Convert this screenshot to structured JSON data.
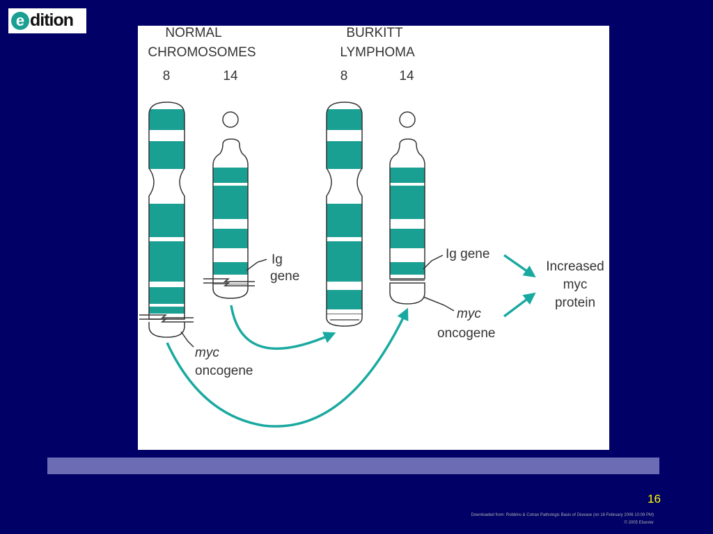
{
  "logo": {
    "mark": "e",
    "text": "dition"
  },
  "figure": {
    "normal_heading": [
      "NORMAL",
      "CHROMOSOMES"
    ],
    "burkitt_heading": [
      "BURKITT",
      "LYMPHOMA"
    ],
    "chromosome_numbers": {
      "normal_8": "8",
      "normal_14": "14",
      "burkitt_8": "8",
      "burkitt_14": "14"
    },
    "ig_gene_label": [
      "Ig",
      "gene"
    ],
    "myc_label_left": {
      "gene": "myc",
      "word": "oncogene"
    },
    "ig_gene_label_right": "Ig gene",
    "myc_label_right": {
      "gene": "myc",
      "word": "oncogene"
    },
    "result_label": [
      "Increased",
      "myc",
      "protein"
    ],
    "colors": {
      "band": "#1a9f93",
      "arrow": "#1aa9a0",
      "outline": "#333333"
    }
  },
  "footer": {
    "page_number": "16",
    "credit_line1": "Downloaded from: Robbins & Cotran Pathologic Basis of Disease (on 16 February 2006 10:09 PM)",
    "credit_line2": "© 2005 Elsevier"
  }
}
